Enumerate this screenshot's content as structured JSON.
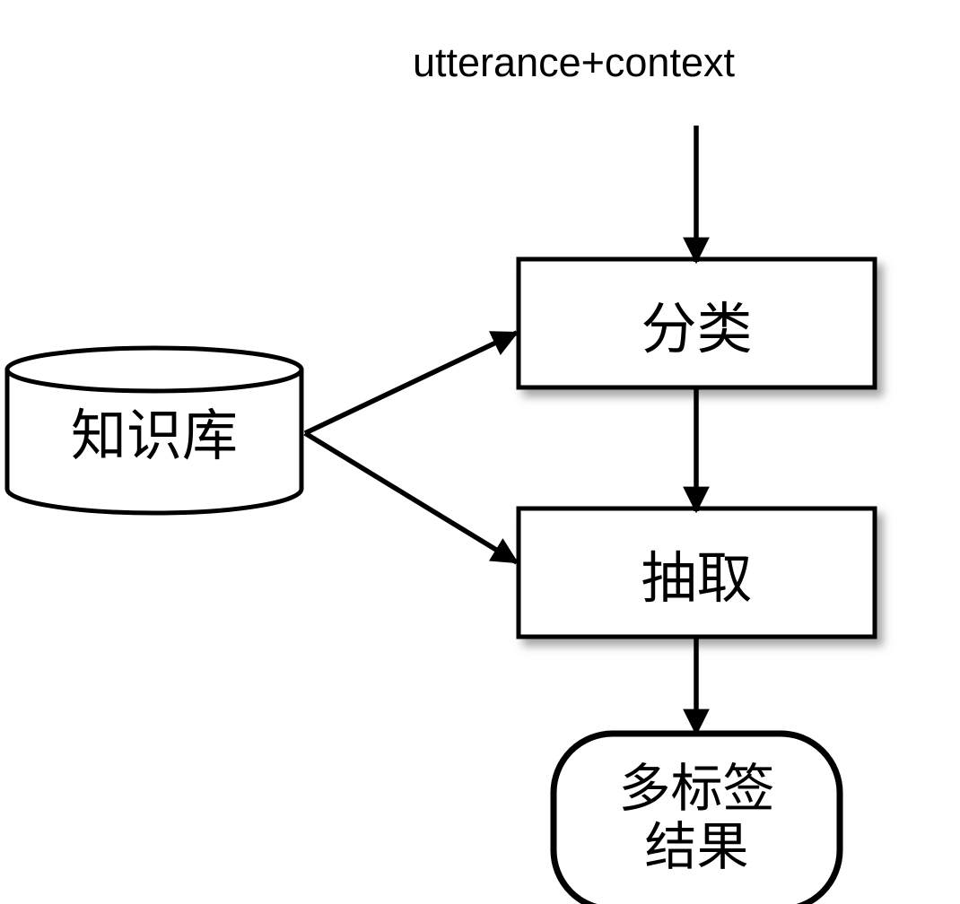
{
  "diagram": {
    "type": "flowchart",
    "orientation": "top-to-bottom",
    "background_color": "#ffffff",
    "stroke_color": "#000000",
    "shadow_color": "#b0b0b0",
    "nodes": [
      {
        "id": "input",
        "shape": "text",
        "label": "utterance+context",
        "language": "en"
      },
      {
        "id": "knowledge_base",
        "shape": "cylinder",
        "label": "知识库",
        "language": "zh"
      },
      {
        "id": "classify",
        "shape": "rectangle",
        "label": "分类",
        "language": "zh"
      },
      {
        "id": "extract",
        "shape": "rectangle",
        "label": "抽取",
        "language": "zh"
      },
      {
        "id": "result",
        "shape": "rounded-terminal",
        "label_line1": "多标签",
        "label_line2": "结果",
        "language": "zh"
      }
    ],
    "edges": [
      {
        "from": "input",
        "to": "classify",
        "style": "solid-arrow",
        "direction": "down"
      },
      {
        "from": "classify",
        "to": "extract",
        "style": "solid-arrow",
        "direction": "down"
      },
      {
        "from": "extract",
        "to": "result",
        "style": "solid-arrow",
        "direction": "down"
      },
      {
        "from": "knowledge_base",
        "to": "classify",
        "style": "solid-arrow",
        "direction": "up-right"
      },
      {
        "from": "knowledge_base",
        "to": "extract",
        "style": "solid-arrow",
        "direction": "down-right"
      }
    ]
  }
}
